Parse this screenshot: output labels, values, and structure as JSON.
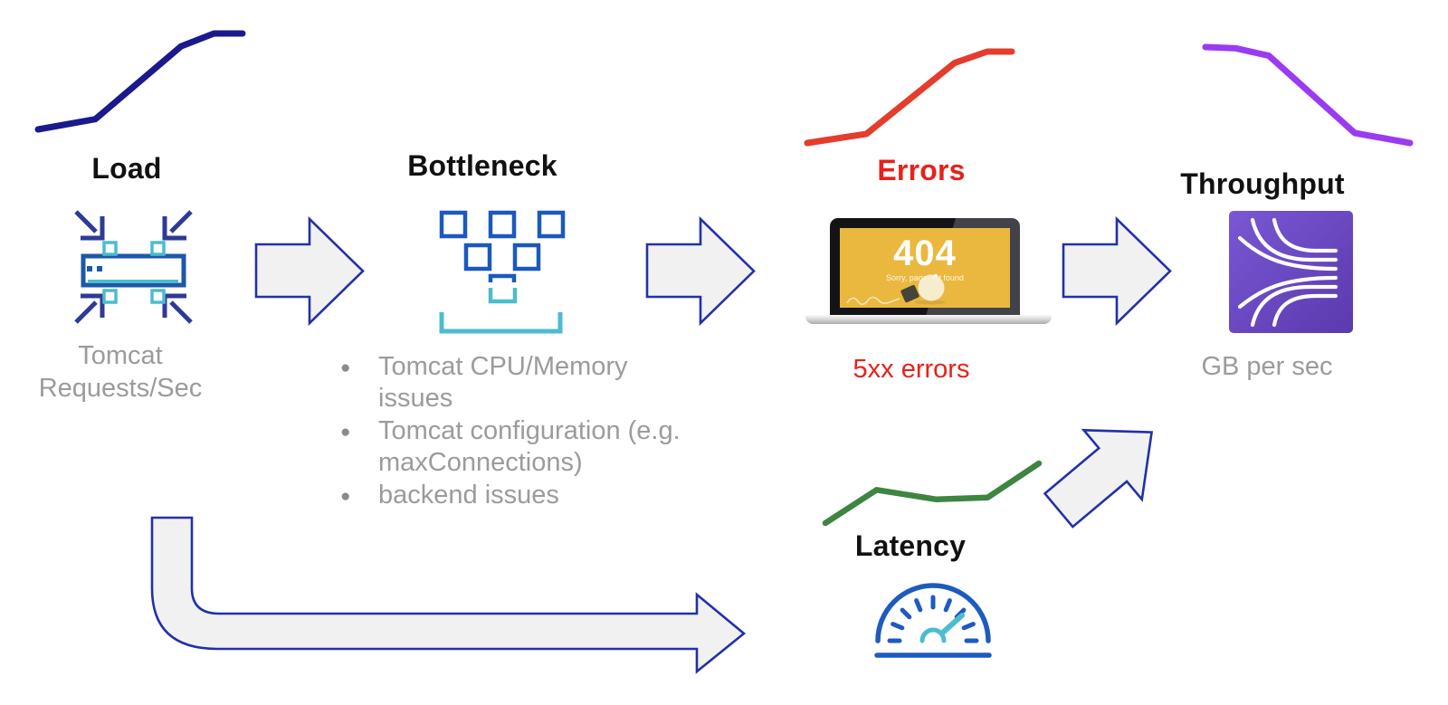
{
  "colors": {
    "title_text": "#111111",
    "gray_text": "#9b9b9b",
    "errors_text": "#e8211a",
    "arrow_fill": "#f1f1f1",
    "arrow_border": "#2231a8",
    "icon_dark_blue": "#2e3a97",
    "icon_blue": "#1d57a8",
    "icon_bright_blue": "#1b59bd",
    "icon_cyan": "#4cbccf",
    "gauge_blue": "#1d5bbf",
    "laptop_screen": "#eab83f",
    "throughput_icon_from": "#7a57d4",
    "throughput_icon_to": "#5a3aae",
    "load_line": "#1a1a8e",
    "errors_line": "#e53c2c",
    "throughput_line": "#9a3bf2",
    "latency_line": "#3d8540"
  },
  "nodes": {
    "load": {
      "title": "Load",
      "subtitle": "Tomcat Requests/Sec",
      "icon": "server-converging-arrows-icon"
    },
    "bottleneck": {
      "title": "Bottleneck",
      "bullets": [
        "Tomcat CPU/Memory issues",
        "Tomcat configuration (e.g. maxConnections)",
        "backend issues"
      ],
      "icon": "funnel-squares-icon"
    },
    "errors": {
      "title": "Errors",
      "subtitle": "5xx errors",
      "laptop_screen_code": "404",
      "laptop_screen_message": "Sorry, page not found",
      "icon": "laptop-404-icon"
    },
    "throughput": {
      "title": "Throughput",
      "subtitle": "GB per sec",
      "icon": "streamlines-icon"
    },
    "latency": {
      "title": "Latency",
      "icon": "speedometer-icon"
    }
  },
  "chart_data": [
    {
      "id": "load",
      "type": "line",
      "title": "Load",
      "color": "#1a1a8e",
      "stroke_width": 7,
      "x": [
        0,
        28,
        70,
        86,
        100
      ],
      "y": [
        20,
        28,
        85,
        95,
        95
      ],
      "xlabel": "",
      "ylabel": "",
      "note": "load ramps up then plateaus"
    },
    {
      "id": "errors",
      "type": "line",
      "title": "Errors",
      "color": "#e53c2c",
      "stroke_width": 7,
      "x": [
        0,
        29,
        72,
        88,
        100
      ],
      "y": [
        18,
        26,
        88,
        98,
        98
      ],
      "xlabel": "",
      "ylabel": "",
      "note": "errors ramp up then plateau"
    },
    {
      "id": "throughput",
      "type": "line",
      "title": "Throughput",
      "color": "#9a3bf2",
      "stroke_width": 7,
      "x": [
        0,
        15,
        31,
        73,
        100
      ],
      "y": [
        95,
        94,
        88,
        26,
        18
      ],
      "xlabel": "",
      "ylabel": "",
      "note": "throughput degrades"
    },
    {
      "id": "latency",
      "type": "line",
      "title": "Latency",
      "color": "#3d8540",
      "stroke_width": 6.5,
      "x": [
        0,
        24,
        52,
        76,
        100
      ],
      "y": [
        25,
        60,
        50,
        52,
        88
      ],
      "xlabel": "",
      "ylabel": "",
      "note": "latency creeps upward"
    }
  ]
}
